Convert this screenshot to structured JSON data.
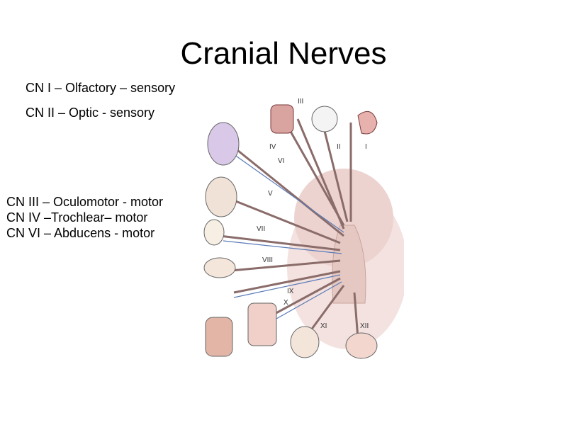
{
  "title": "Cranial Nerves",
  "bullets": [
    "CN I – Olfactory – sensory",
    "CN II – Optic - sensory"
  ],
  "motor_group": [
    "CN III – Oculomotor - motor",
    "CN IV –Trochlear– motor",
    "CN VI – Abducens - motor"
  ],
  "figure": {
    "nerve_labels": [
      "III",
      "IV",
      "II",
      "I",
      "VI",
      "V",
      "VII",
      "VIII",
      "IX",
      "X",
      "XI",
      "XII"
    ]
  }
}
